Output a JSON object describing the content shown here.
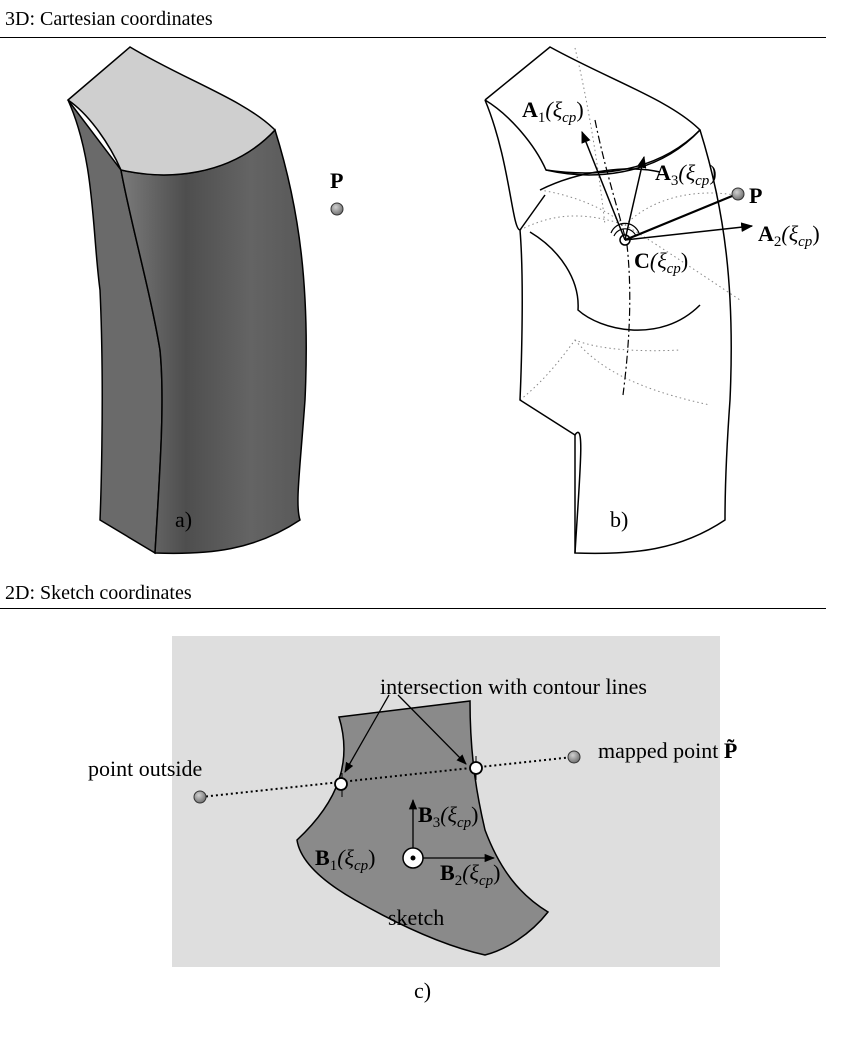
{
  "section_3d": {
    "title": "3D: Cartesian coordinates"
  },
  "section_2d": {
    "title": "2D: Sketch coordinates"
  },
  "panel_a": {
    "caption": "a)",
    "point_label": "P"
  },
  "panel_b": {
    "caption": "b)",
    "point_label": "P",
    "vectors": {
      "a1": {
        "sym": "A",
        "sub": "1",
        "arg": "(ξ",
        "argsub": "cp",
        "close": ")"
      },
      "a2": {
        "sym": "A",
        "sub": "2",
        "arg": "(ξ",
        "argsub": "cp",
        "close": ")"
      },
      "a3": {
        "sym": "A",
        "sub": "3",
        "arg": "(ξ",
        "argsub": "cp",
        "close": ")"
      },
      "c": {
        "sym": "C",
        "arg": "(ξ",
        "argsub": "cp",
        "close": ")"
      }
    }
  },
  "panel_c": {
    "caption": "c)",
    "labels": {
      "intersection": "intersection with contour lines",
      "point_outside": "point outside",
      "mapped_point": "mapped point ",
      "mapped_point_symbol": "P̃",
      "sketch": "sketch"
    },
    "vectors": {
      "b1": {
        "sym": "B",
        "sub": "1",
        "arg": "(ξ",
        "argsub": "cp",
        "close": ")"
      },
      "b2": {
        "sym": "B",
        "sub": "2",
        "arg": "(ξ",
        "argsub": "cp",
        "close": ")"
      },
      "b3": {
        "sym": "B",
        "sub": "3",
        "arg": "(ξ",
        "argsub": "cp",
        "close": ")"
      }
    }
  },
  "colors": {
    "solid_dark": "#5a5a5a",
    "solid_top": "#cfcfcf",
    "sketch_fill": "#8a8a8a",
    "plane_fill": "#dedede",
    "point_fill": "#9a9a9a"
  }
}
